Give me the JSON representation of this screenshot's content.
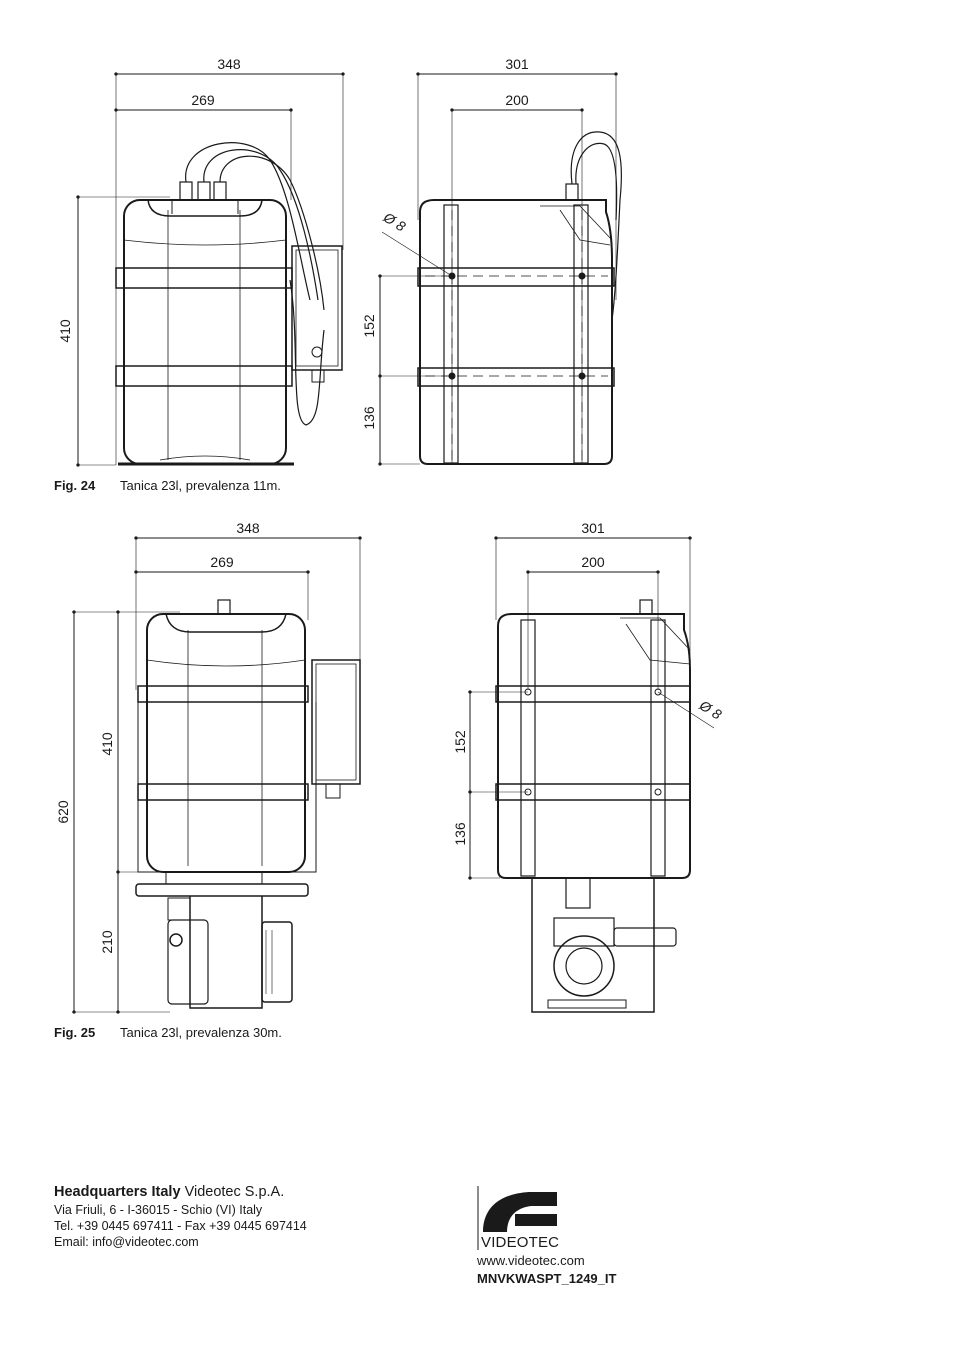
{
  "figures": [
    {
      "number": "Fig. 24",
      "caption": "Tanica 23l, prevalenza 11m.",
      "front_view": {
        "dim_total_width": "348",
        "dim_body_width": "269",
        "dim_height": "410"
      },
      "side_view": {
        "dim_total_width": "301",
        "dim_inner_width": "200",
        "dim_upper": "152",
        "dim_lower": "136",
        "hole_label": "Ø 8"
      }
    },
    {
      "number": "Fig. 25",
      "caption": "Tanica 23l, prevalenza 30m.",
      "front_view": {
        "dim_total_width": "348",
        "dim_body_width": "269",
        "dim_tank_height": "410",
        "dim_total_height": "620",
        "dim_pump_height": "210"
      },
      "side_view": {
        "dim_total_width": "301",
        "dim_inner_width": "200",
        "dim_upper": "152",
        "dim_lower": "136",
        "hole_label": "Ø 8"
      }
    }
  ],
  "footer": {
    "hq_label": "Headquarters Italy",
    "company": "Videotec S.p.A.",
    "address": "Via Friuli, 6 - I-36015 - Schio (VI) Italy",
    "phone": "Tel. +39 0445 697411 - Fax +39 0445 697414",
    "email": "Email: info@videotec.com",
    "logo_text": "VIDEOTEC",
    "website": "www.videotec.com",
    "doc_code": "MNVKWASPT_1249_IT"
  }
}
